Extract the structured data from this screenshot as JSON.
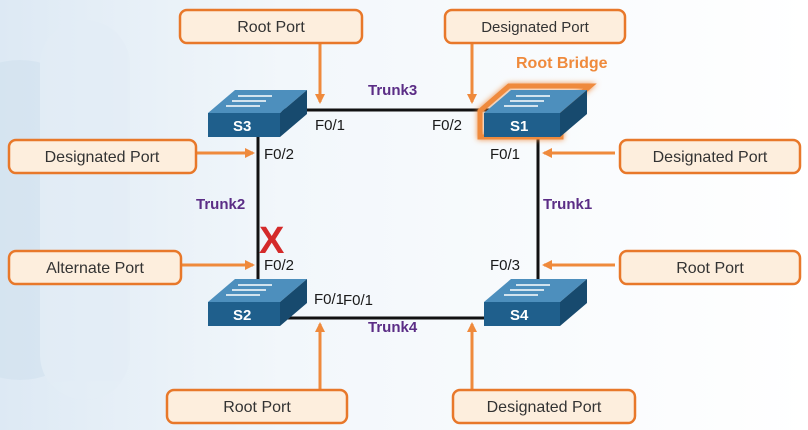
{
  "colors": {
    "callout_border": "#e8782a",
    "callout_fill": "#fdeedd",
    "arrow": "#ef8a3c",
    "link": "#111111",
    "trunk_label": "#5b2d86",
    "root_bridge_label": "#ef8a3c",
    "switch_top": "#4d8fbd",
    "switch_front": "#1f5f8c",
    "block_mark": "#d42a2a"
  },
  "switches": {
    "s1": {
      "name": "S1",
      "is_root_bridge": true
    },
    "s2": {
      "name": "S2"
    },
    "s3": {
      "name": "S3"
    },
    "s4": {
      "name": "S4"
    }
  },
  "root_bridge_label": "Root Bridge",
  "trunks": {
    "trunk1": "Trunk1",
    "trunk2": "Trunk2",
    "trunk3": "Trunk3",
    "trunk4": "Trunk4"
  },
  "ports": {
    "s3_f01": "F0/1",
    "s1_f02": "F0/2",
    "s3_f02": "F0/2",
    "s1_f01": "F0/1",
    "s2_f02": "F0/2",
    "s4_f03": "F0/3",
    "s2_f01": "F0/1",
    "s4_f01": "F0/1"
  },
  "callouts": {
    "s3_f01": "Root Port",
    "s1_f02": "Designated Port",
    "s3_f02": "Designated Port",
    "s1_f01": "Designated Port",
    "s2_f02": "Alternate Port",
    "s4_f03": "Root Port",
    "s2_f01": "Root Port",
    "s4_f01": "Designated Port"
  },
  "blocked_mark": "X"
}
